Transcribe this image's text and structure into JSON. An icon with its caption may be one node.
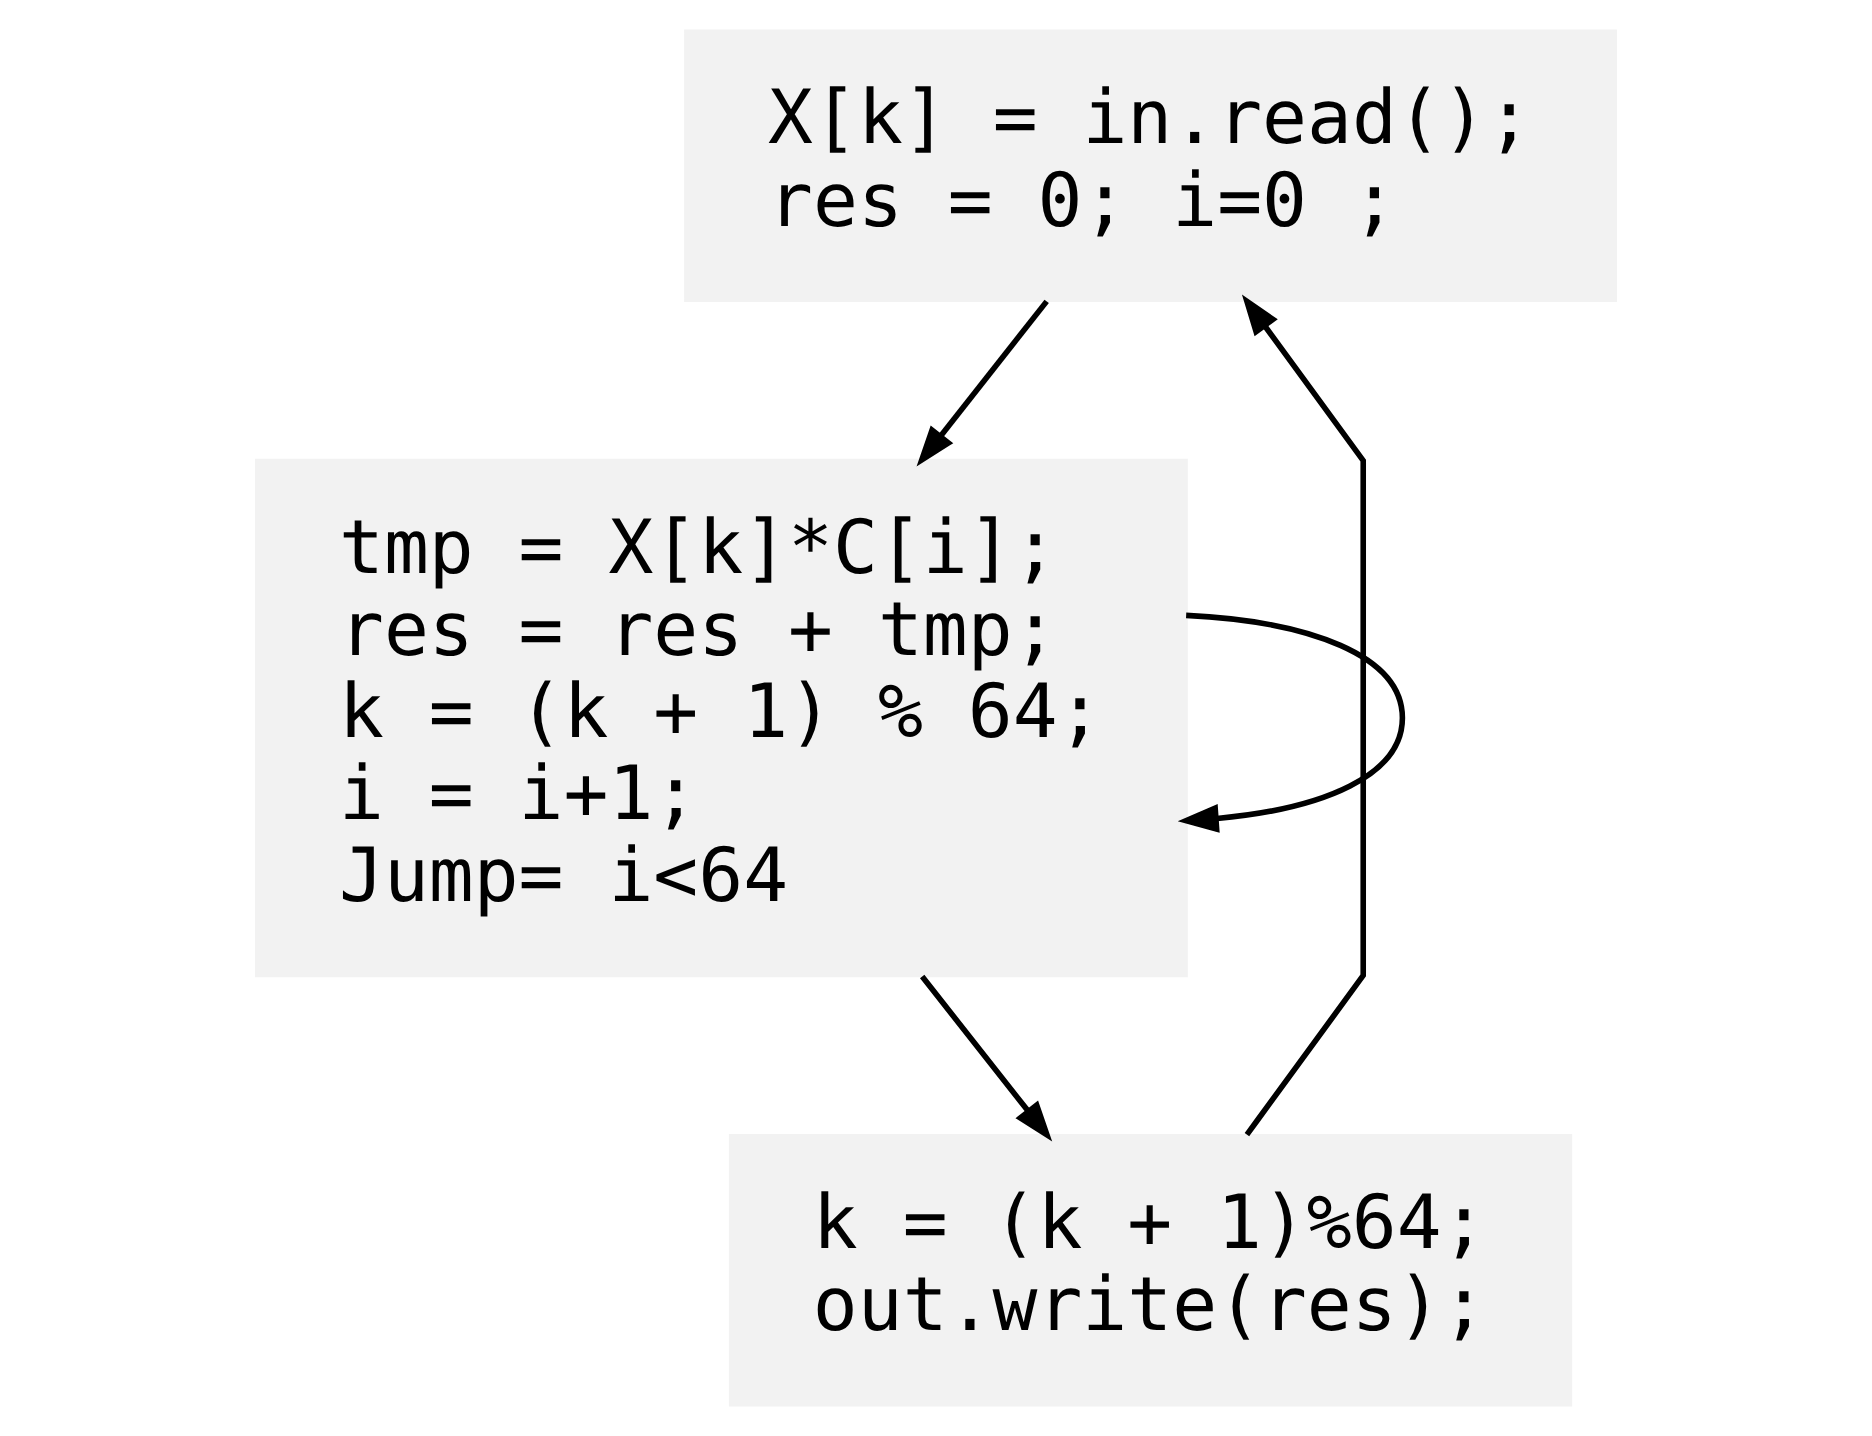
{
  "diagram": {
    "nodes": [
      {
        "text": [
          "X[k] = in.read();",
          "res = 0; i=0 ;"
        ]
      },
      {
        "text": [
          "tmp = X[k]*C[i];",
          "res = res + tmp;",
          "k = (k + 1) % 64;",
          "i = i+1;",
          "Jump= i<64"
        ]
      },
      {
        "text": [
          "k = (k + 1)%64;",
          "out.write(res);"
        ]
      }
    ],
    "edges": [
      {
        "from": 0,
        "to": 1,
        "arrow": "to"
      },
      {
        "from": 1,
        "to": 1,
        "arrow": "to"
      },
      {
        "from": 1,
        "to": 2,
        "arrow": "to"
      },
      {
        "from": 2,
        "to": 0,
        "arrow": "to"
      }
    ]
  }
}
